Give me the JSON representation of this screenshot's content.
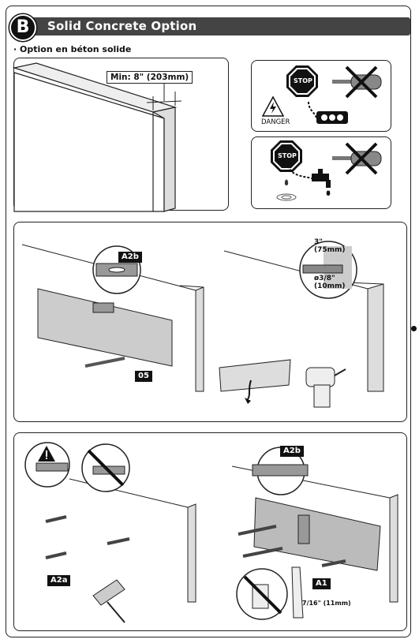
{
  "header": {
    "letter": "B",
    "title": "Solid Concrete Option"
  },
  "subtitle": "· Option en béton solide",
  "panel1": {
    "min_label": "Min: 8\" (203mm)"
  },
  "warning_panel": {
    "stop_1": "STOP",
    "stop_2": "STOP",
    "danger": "DANGER"
  },
  "panel2": {
    "tag_a2b": "A2b",
    "tag_05": "05",
    "depth_label_line1": "3\"",
    "depth_label_line2": "(75mm)",
    "dia_label_line1": "ø3/8\"",
    "dia_label_line2": "(10mm)"
  },
  "panel3": {
    "tag_a2b": "A2b",
    "tag_a2a": "A2a",
    "tag_a1": "A1",
    "wrench_size": "7/16\" (11mm)"
  }
}
